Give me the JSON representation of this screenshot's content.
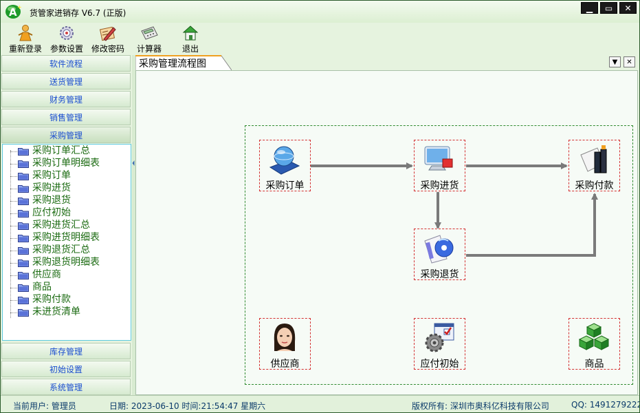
{
  "window": {
    "title": "货管家进销存 V6.7 (正版)"
  },
  "toolbar": {
    "items": [
      {
        "label": "重新登录",
        "icon": "user-login-icon"
      },
      {
        "label": "参数设置",
        "icon": "settings-gear-icon"
      },
      {
        "label": "修改密码",
        "icon": "password-edit-icon"
      },
      {
        "label": "计算器",
        "icon": "calculator-icon"
      },
      {
        "label": "退出",
        "icon": "exit-house-icon"
      }
    ]
  },
  "sidebar": {
    "sections": [
      {
        "label": "软件流程"
      },
      {
        "label": "送货管理"
      },
      {
        "label": "财务管理"
      },
      {
        "label": "销售管理"
      },
      {
        "label": "采购管理"
      }
    ],
    "tree_items": [
      "采购订单汇总",
      "采购订单明细表",
      "采购订单",
      "采购进货",
      "采购退货",
      "应付初始",
      "采购进货汇总",
      "采购进货明细表",
      "采购退货汇总",
      "采购退货明细表",
      "供应商",
      "商品",
      "采购付款",
      "未进货清单"
    ],
    "bottom_sections": [
      {
        "label": "库存管理"
      },
      {
        "label": "初始设置"
      },
      {
        "label": "系统管理"
      }
    ]
  },
  "tab": {
    "title": "采购管理流程图",
    "dropdown_glyph": "▼",
    "close_glyph": "✕"
  },
  "flow": {
    "nodes": [
      {
        "label": "采购订单",
        "icon": "globe-order-icon"
      },
      {
        "label": "采购进货",
        "icon": "monitor-purchase-icon"
      },
      {
        "label": "采购付款",
        "icon": "books-payment-icon"
      },
      {
        "label": "采购退货",
        "icon": "cd-return-icon"
      },
      {
        "label": "供应商",
        "icon": "supplier-face-icon"
      },
      {
        "label": "应付初始",
        "icon": "gear-checklist-icon"
      },
      {
        "label": "商品",
        "icon": "cubes-product-icon"
      }
    ]
  },
  "status": {
    "user": "当前用户: 管理员",
    "date": "日期: 2023-06-10  时间:21:54:47 星期六",
    "copyright": "版权所有: 深圳市奥科亿科技有限公司",
    "qq": "QQ: 1491279222"
  },
  "colors": {
    "accent_blue": "#1b4ecf",
    "tree_green": "#1a6a10",
    "frame_green": "#2e8a2e",
    "node_red": "#d43030"
  }
}
